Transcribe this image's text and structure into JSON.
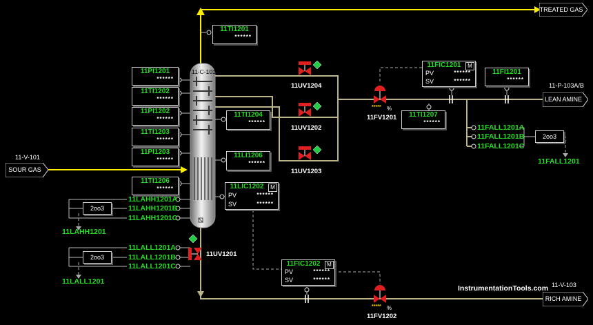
{
  "column": {
    "tag": "11-C-101"
  },
  "streams": {
    "treated_gas": "TREATED GAS",
    "sour_gas": "SOUR GAS",
    "sour_gas_source": "11-V-101",
    "lean_amine": "LEAN AMINE",
    "lean_amine_source": "11-P-103A/B",
    "rich_amine": "RICH AMINE",
    "rich_amine_dest": "11-V-103"
  },
  "indicators": {
    "ti1201": {
      "tag": "11TI1201",
      "value": "******"
    },
    "pi1201": {
      "tag": "11PI1201",
      "value": "******"
    },
    "ti1202": {
      "tag": "11TI1202",
      "value": "******"
    },
    "pi1202": {
      "tag": "11PI1202",
      "value": "******"
    },
    "ti1203": {
      "tag": "11TI1203",
      "value": "******"
    },
    "pi1203": {
      "tag": "11PI1203",
      "value": "******"
    },
    "ti1206": {
      "tag": "11TI1206",
      "value": "******"
    },
    "ti1204": {
      "tag": "11TI1204",
      "value": "******"
    },
    "li1206": {
      "tag": "11LI1206",
      "value": "******"
    },
    "ti1207": {
      "tag": "11TI1207",
      "value": "******"
    },
    "fi1201": {
      "tag": "11FI1201",
      "value": "******"
    }
  },
  "controllers": {
    "lic1202": {
      "tag": "11LIC1202",
      "mode": "M",
      "pv_label": "PV",
      "sv_label": "SV",
      "pv": "******",
      "sv": "******"
    },
    "fic1201": {
      "tag": "11FIC1201",
      "mode": "M",
      "pv_label": "PV",
      "sv_label": "SV",
      "pv": "******",
      "sv": "******"
    },
    "fic1202": {
      "tag": "11FIC1202",
      "mode": "M",
      "pv_label": "PV",
      "sv_label": "SV",
      "pv": "******",
      "sv": "******"
    }
  },
  "valves": {
    "uv1204": "11UV1204",
    "uv1202": "11UV1202",
    "uv1203": "11UV1203",
    "uv1201": "11UV1201",
    "fv1201": {
      "tag": "11FV1201",
      "value": "*****",
      "unit": "%"
    },
    "fv1202": {
      "tag": "11FV1202",
      "value": "*****",
      "unit": "%"
    }
  },
  "alarms": {
    "lahh_a": "11LAHH1201A",
    "lahh_b": "11LAHH1201B",
    "lahh_c": "11LAHH1201C",
    "lahh": "11LAHH1201",
    "lall_a": "11LALL1201A",
    "lall_b": "11LALL1201B",
    "lall_c": "11LALL1201C",
    "lall": "11LALL1201",
    "fall_a": "11FALL1201A",
    "fall_b": "11FALL1201B",
    "fall_c": "11FALL1201C",
    "fall": "11FALL1201",
    "vote_label": "2oo3"
  },
  "watermark": "InstrumentationTools.com",
  "colors": {
    "background": "#000000",
    "tag_green": "#22dd22",
    "gas_line": "#ffee00",
    "liquid_line": "#bdb58a",
    "valve_red": "#e02020"
  }
}
